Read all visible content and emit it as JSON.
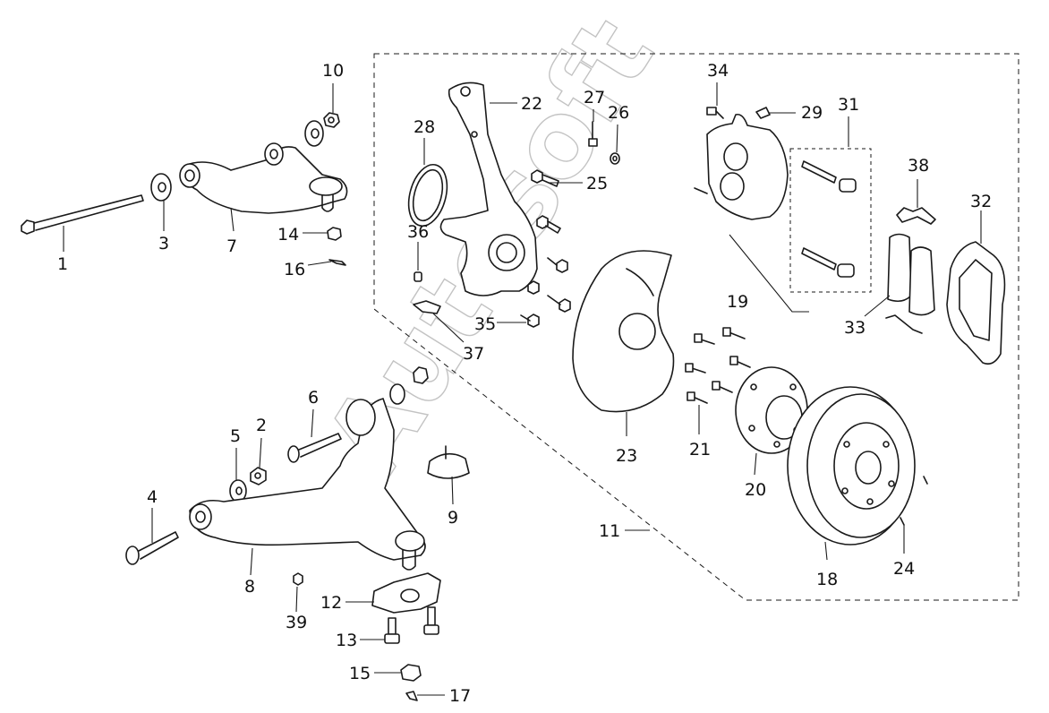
{
  "watermark": "Autosoft",
  "callouts": {
    "c1": "1",
    "c2": "2",
    "c3": "3",
    "c4": "4",
    "c5": "5",
    "c6": "6",
    "c7": "7",
    "c8": "8",
    "c9": "9",
    "c10": "10",
    "c11": "11",
    "c12": "12",
    "c13": "13",
    "c14": "14",
    "c15": "15",
    "c16": "16",
    "c17": "17",
    "c18": "18",
    "c19": "19",
    "c20": "20",
    "c21": "21",
    "c22": "22",
    "c23": "23",
    "c24": "24",
    "c25": "25",
    "c26": "26",
    "c27": "27",
    "c28": "28",
    "c29": "29",
    "c31": "31",
    "c32": "32",
    "c33": "33",
    "c34": "34",
    "c35": "35",
    "c36": "36",
    "c37": "37",
    "c38": "38",
    "c39": "39"
  },
  "colors": {
    "line": "#1a1a1a",
    "watermark": "#b9b9b9",
    "background": "#ffffff"
  }
}
